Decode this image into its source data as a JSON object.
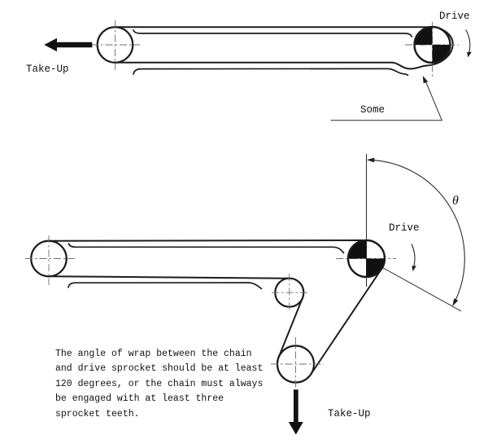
{
  "colors": {
    "ink": "#1c1c1c",
    "centerline": "#6e6e6e",
    "background": "#ffffff"
  },
  "diagram1": {
    "drive_label": "Drive",
    "take_up_label": "Take-Up",
    "slack_label": "Some"
  },
  "diagram2": {
    "drive_label": "Drive",
    "take_up_label": "Take-Up",
    "wrap_angle_label": "θ"
  },
  "note": {
    "lines": [
      "The angle of wrap between the chain",
      "and drive sprocket should be at least",
      "120 degrees, or the chain must always",
      "be engaged with at least three",
      "sprocket teeth."
    ]
  }
}
